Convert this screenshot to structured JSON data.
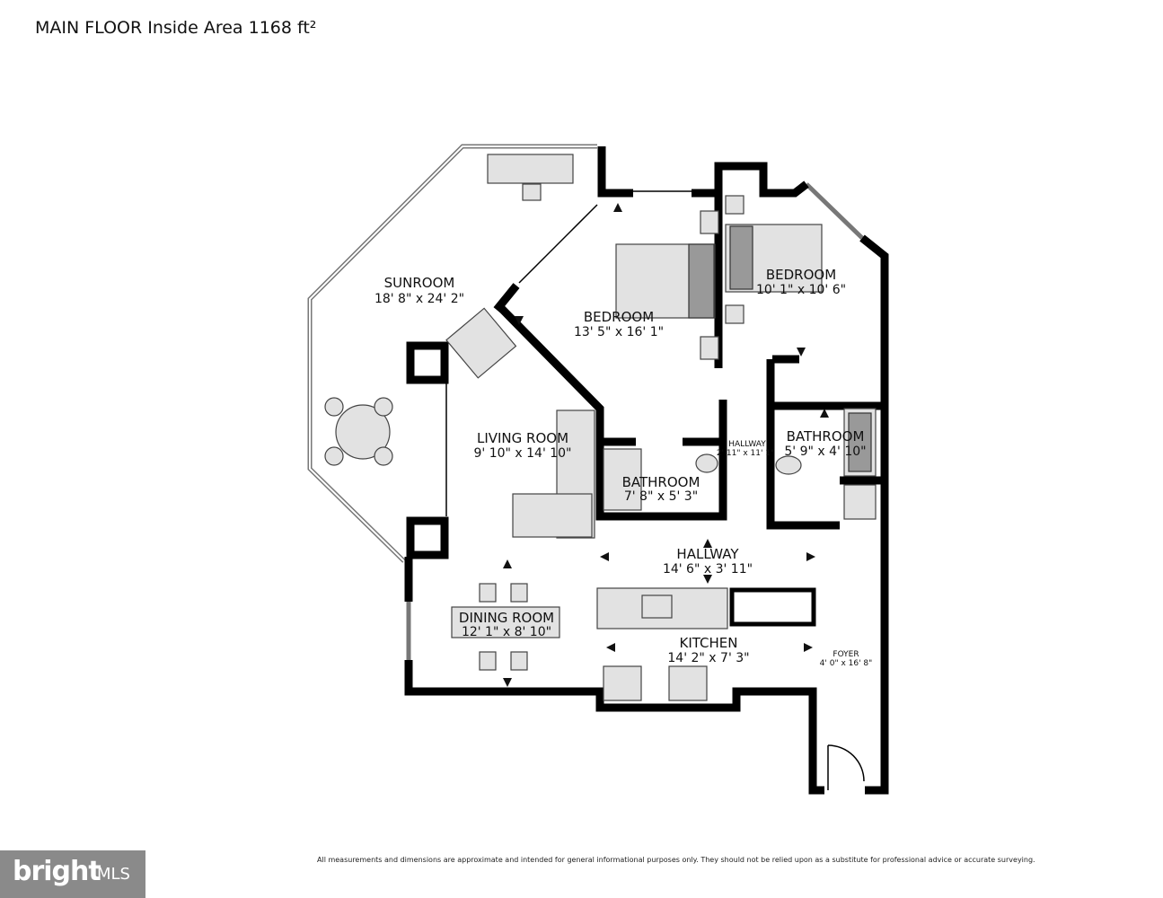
{
  "header": {
    "title": "MAIN FLOOR Inside Area 1168 ft²"
  },
  "rooms": [
    {
      "name": "SUNROOM",
      "dims": "18' 8\" x 24' 2\""
    },
    {
      "name": "BEDROOM",
      "dims": "13' 5\" x 16' 1\""
    },
    {
      "name": "BEDROOM",
      "dims": "10' 1\" x 10' 6\""
    },
    {
      "name": "LIVING ROOM",
      "dims": "9' 10\" x 14' 10\""
    },
    {
      "name": "BATHROOM",
      "dims": "7' 8\" x 5' 3\""
    },
    {
      "name": "HALLWAY",
      "dims": "2' 11\" x 11' 1\""
    },
    {
      "name": "BATHROOM",
      "dims": "5' 9\" x 4' 10\""
    },
    {
      "name": "HALLWAY",
      "dims": "14' 6\" x 3' 11\""
    },
    {
      "name": "DINING ROOM",
      "dims": "12' 1\" x 8' 10\""
    },
    {
      "name": "KITCHEN",
      "dims": "14' 2\" x 7' 3\""
    },
    {
      "name": "FOYER",
      "dims": "4' 0\" x 16' 8\""
    }
  ],
  "footer": {
    "disclaimer": "All measurements and dimensions are approximate and intended for general informational purposes only. They should not be relied upon as a substitute for professional advice or accurate surveying.",
    "logo_brand": "bright",
    "logo_suffix": "MLS"
  },
  "colors": {
    "wall": "#000000",
    "furniture": "#e2e2e2",
    "window": "#777777",
    "logo_bg": "#8a8a8a"
  }
}
